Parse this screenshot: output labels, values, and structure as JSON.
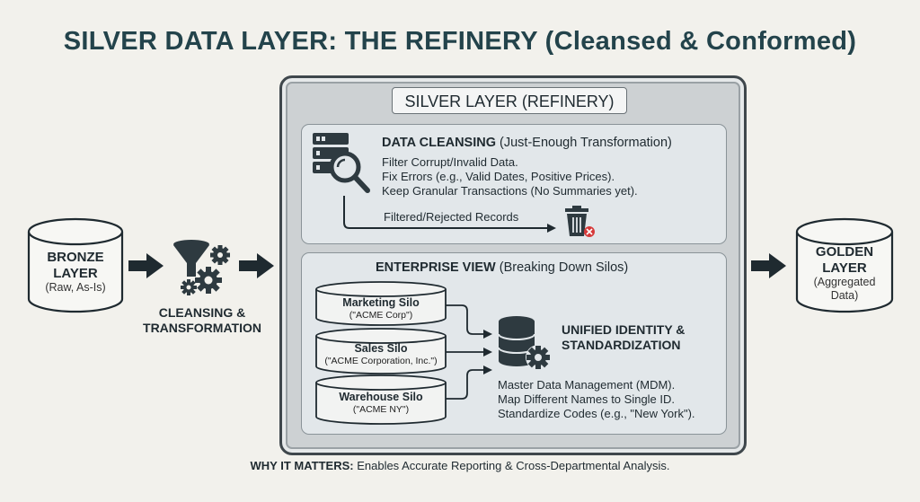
{
  "title": "SILVER DATA LAYER: THE REFINERY (Cleansed & Conformed)",
  "bronze": {
    "title_line1": "BRONZE",
    "title_line2": "LAYER",
    "subtitle": "(Raw, As-Is)"
  },
  "transform": {
    "line1": "CLEANSING &",
    "line2": "TRANSFORMATION"
  },
  "silver_header": "SILVER LAYER (REFINERY)",
  "cleansing": {
    "heading_bold": "DATA CLEANSING",
    "heading_rest": " (Just-Enough Transformation)",
    "lines": [
      "Filter Corrupt/Invalid Data.",
      "Fix Errors (e.g., Valid Dates, Positive Prices).",
      "Keep Granular Transactions (No Summaries yet)."
    ],
    "rejected_label": "Filtered/Rejected Records"
  },
  "enterprise": {
    "heading_bold": "ENTERPRISE VIEW",
    "heading_rest": " (Breaking Down Silos)",
    "silos": [
      {
        "name": "Marketing Silo",
        "alias": "(\"ACME Corp\")"
      },
      {
        "name": "Sales Silo",
        "alias": "(\"ACME Corporation, Inc.\")"
      },
      {
        "name": "Warehouse Silo",
        "alias": "(\"ACME NY\")"
      }
    ],
    "unified_line1": "UNIFIED IDENTITY &",
    "unified_line2": "STANDARDIZATION",
    "lines": [
      "Master Data Management (MDM).",
      "Map Different Names to Single ID.",
      "Standardize Codes (e.g., \"New York\")."
    ]
  },
  "golden": {
    "title_line1": "GOLDEN",
    "title_line2": "LAYER",
    "subtitle_line1": "(Aggregated",
    "subtitle_line2": "Data)"
  },
  "why": {
    "bold": "WHY IT MATTERS:",
    "rest": " Enables Accurate Reporting & Cross-Departmental Analysis."
  },
  "colors": {
    "title": "#23434b",
    "dark": "#1f2a30",
    "panel": "#e2e7ea",
    "frame": "#cdd1d3",
    "reject": "#d63a3a"
  }
}
